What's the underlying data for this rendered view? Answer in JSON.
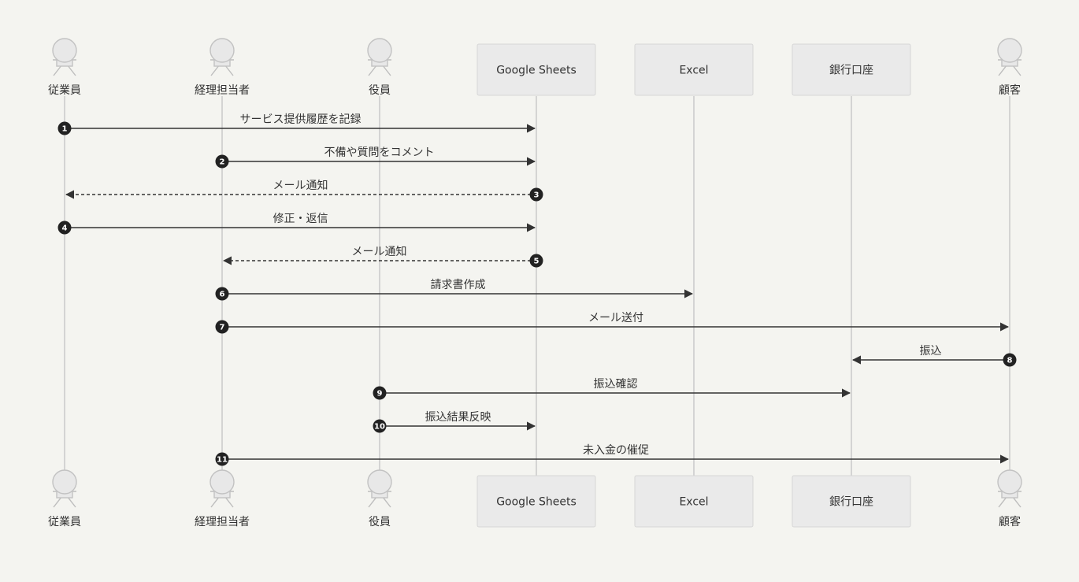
{
  "participants": [
    {
      "id": "employee",
      "name": "従業員",
      "kind": "actor"
    },
    {
      "id": "accountant",
      "name": "経理担当者",
      "kind": "actor"
    },
    {
      "id": "officer",
      "name": "役員",
      "kind": "actor"
    },
    {
      "id": "sheets",
      "name": "Google Sheets",
      "kind": "box"
    },
    {
      "id": "excel",
      "name": "Excel",
      "kind": "box"
    },
    {
      "id": "bank",
      "name": "銀行口座",
      "kind": "box"
    },
    {
      "id": "customer",
      "name": "顧客",
      "kind": "actor"
    }
  ],
  "messages": [
    {
      "number": "1",
      "from": "employee",
      "to": "sheets",
      "text": "サービス提供履歴を記録",
      "style": "solid"
    },
    {
      "number": "2",
      "from": "accountant",
      "to": "sheets",
      "text": "不備や質問をコメント",
      "style": "solid"
    },
    {
      "number": "3",
      "from": "sheets",
      "to": "employee",
      "text": "メール通知",
      "style": "dashed"
    },
    {
      "number": "4",
      "from": "employee",
      "to": "sheets",
      "text": "修正・返信",
      "style": "solid"
    },
    {
      "number": "5",
      "from": "sheets",
      "to": "accountant",
      "text": "メール通知",
      "style": "dashed"
    },
    {
      "number": "6",
      "from": "accountant",
      "to": "excel",
      "text": "請求書作成",
      "style": "solid"
    },
    {
      "number": "7",
      "from": "accountant",
      "to": "customer",
      "text": "メール送付",
      "style": "solid"
    },
    {
      "number": "8",
      "from": "customer",
      "to": "bank",
      "text": "振込",
      "style": "solid"
    },
    {
      "number": "9",
      "from": "officer",
      "to": "bank",
      "text": "振込確認",
      "style": "solid"
    },
    {
      "number": "10",
      "from": "officer",
      "to": "sheets",
      "text": "振込結果反映",
      "style": "solid"
    },
    {
      "number": "11",
      "from": "accountant",
      "to": "customer",
      "text": "未入金の催促",
      "style": "solid"
    }
  ]
}
